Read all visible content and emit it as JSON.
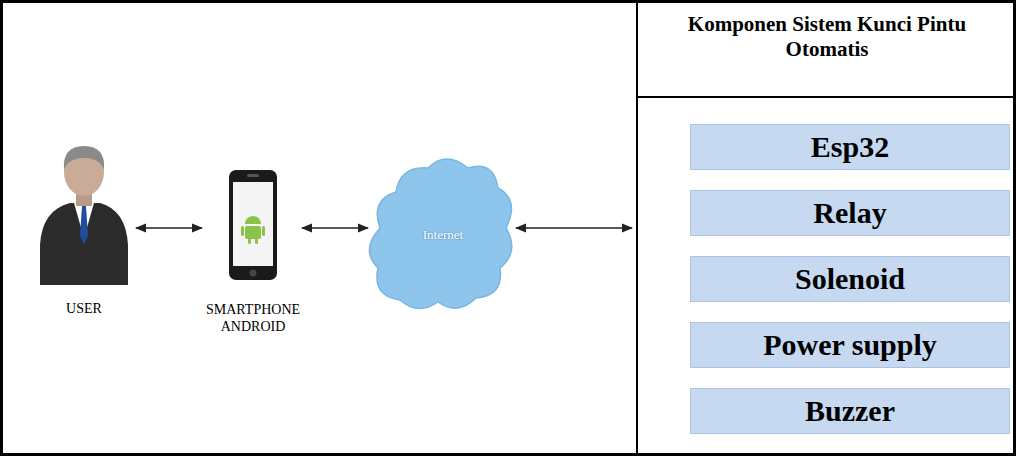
{
  "diagram": {
    "nodes": [
      {
        "text": [
          "USER"
        ]
      },
      {
        "text": [
          "SMARTPHONE ANDROID"
        ]
      },
      {
        "text": [
          "Internet"
        ]
      },
      {
        "text": [
          "Komponen Sistem Kunci Pintu Otomatis"
        ]
      },
      {
        "text": [
          "Esp32"
        ],
        "in": 3
      },
      {
        "text": [
          "Relay"
        ],
        "in": 3
      },
      {
        "text": [
          "Solenoid"
        ],
        "in": 3
      },
      {
        "text": [
          "Power supply"
        ],
        "in": 3
      },
      {
        "text": [
          "Buzzer"
        ],
        "in": 3
      }
    ],
    "edges": [
      {
        "from": 0,
        "to": 1,
        "arrow": "both"
      },
      {
        "from": 1,
        "to": 2,
        "arrow": "both"
      },
      {
        "from": 2,
        "to": 3,
        "arrow": "both"
      }
    ]
  }
}
